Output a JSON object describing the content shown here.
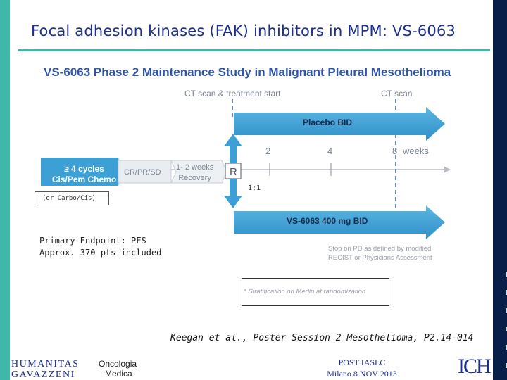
{
  "slide": {
    "title": "Focal adhesion kinases (FAK) inhibitors in MPM: VS-6063",
    "study_title": "VS-6063 Phase 2 Maintenance Study in Malignant Pleural Mesothelioma"
  },
  "diagram": {
    "ct_start_label": "CT scan & treatment start",
    "ct_scan_label": "CT scan",
    "placebo_label": "Placebo BID",
    "vs_arm_label": "VS-6063 400 mg BID",
    "timeline_ticks": [
      "2",
      "4",
      "8"
    ],
    "weeks_label": "weeks",
    "chemo_line1": "≥ 4 cycles",
    "chemo_line2": "Cis/Pem Chemo",
    "carbo_label": "(or Carbo/Cis)",
    "response_label": "CR/PR/SD",
    "recovery_line1": "1- 2 weeks",
    "recovery_line2": "Recovery",
    "randomization_label": "R",
    "ratio_label": "1:1",
    "stop_line1": "Stop on PD as defined by modified",
    "stop_line2": "RECIST or Physicians Assessment",
    "stratification": "* Stratification on Merlin at randomization",
    "colors": {
      "arm_blue": "#3da0d4",
      "arm_dark": "#1e6fa6",
      "chemo_blue": "#3da0d4",
      "accent_teal": "#3fb8a8",
      "title_navy": "#1d2f8f"
    }
  },
  "notes": {
    "endpoint_line1": "Primary Endpoint: PFS",
    "endpoint_line2": "Approx. 370 pts included",
    "citation": "Keegan et al., Poster Session 2 Mesothelioma, P2.14-014"
  },
  "footer": {
    "logo_line1": "HUMANITAS",
    "logo_line2": "GAVAZZENI",
    "dept_line1": "Oncologia",
    "dept_line2": "Medica",
    "post_line1": "POST IASLC",
    "post_line2": "Milano 8 NOV 2013",
    "right_logo": "ICH"
  }
}
